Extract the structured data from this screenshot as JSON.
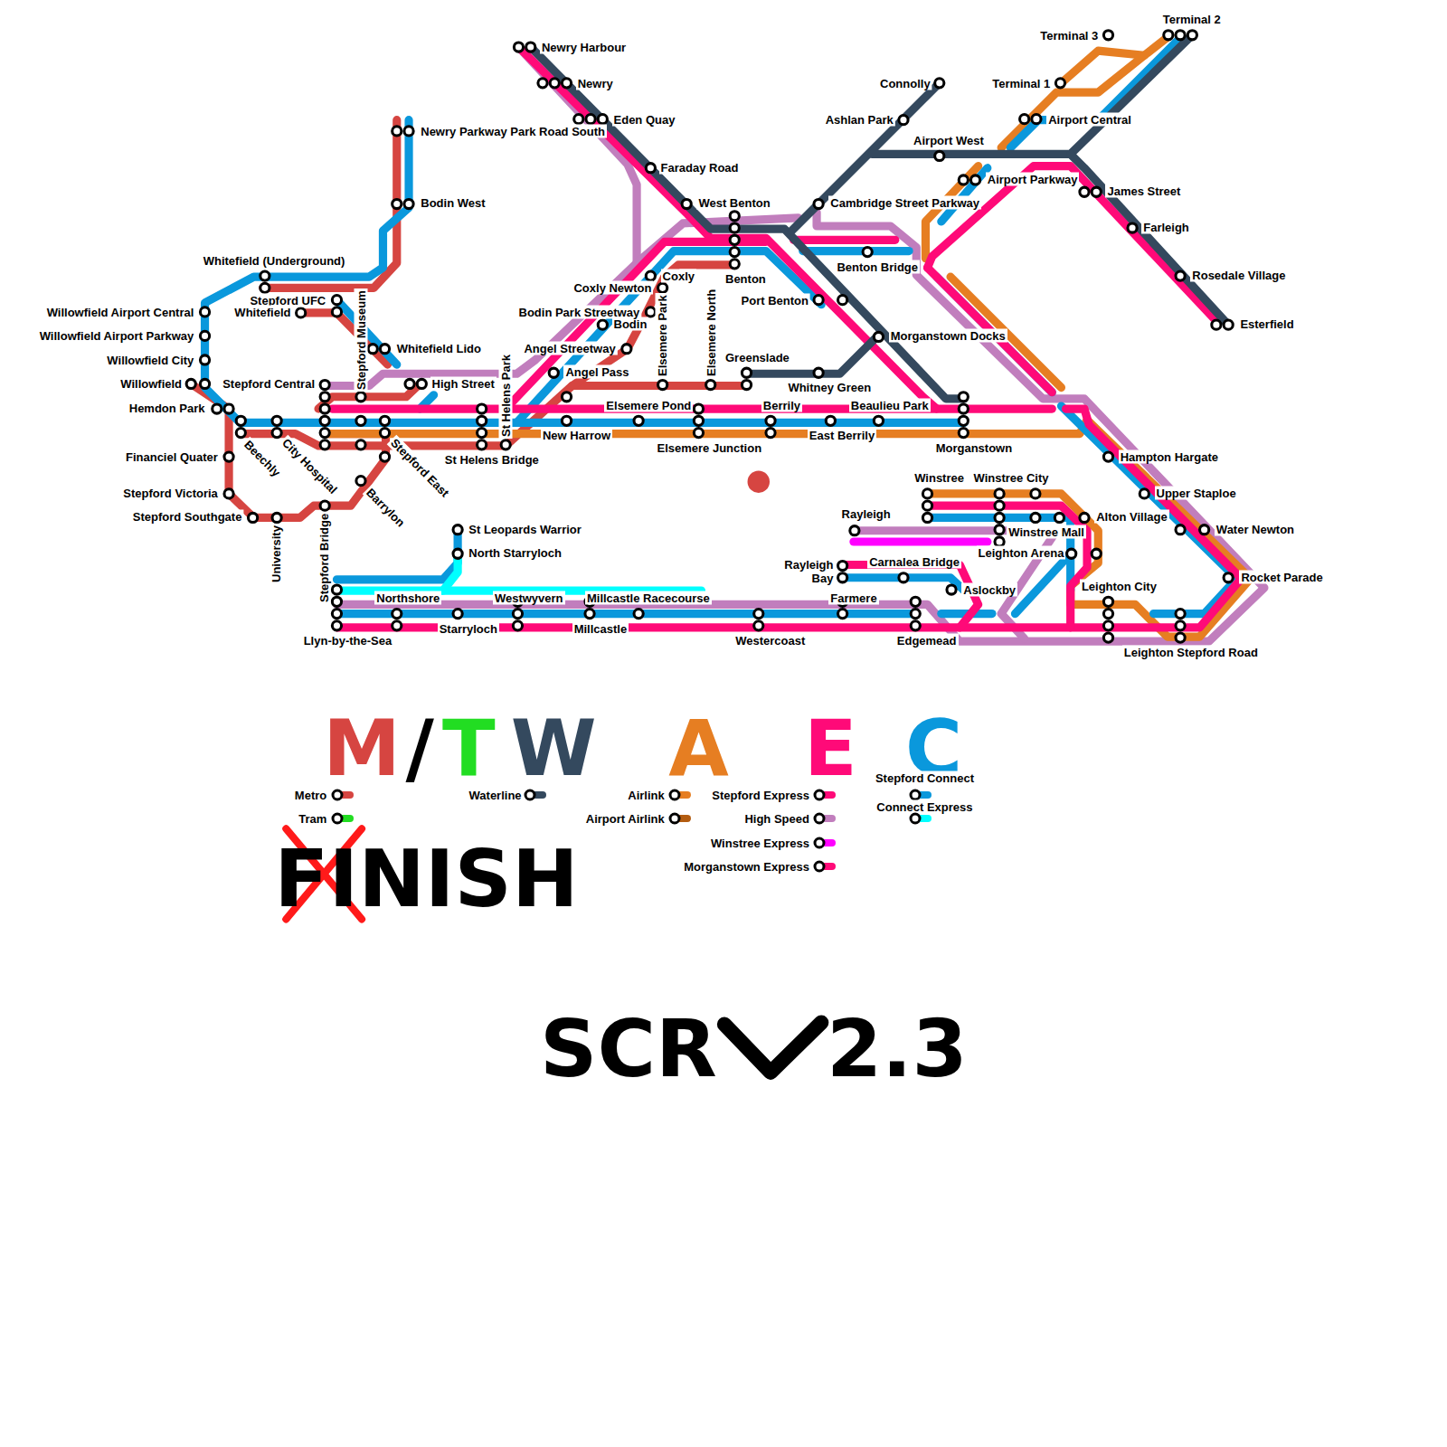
{
  "diagram": {
    "labels": [
      "Newry Harbour",
      "Newry",
      "Eden Quay",
      "Faraday Road",
      "West Benton",
      "Benton",
      "Connolly",
      "Ashlan Park",
      "Airport West",
      "Terminal 3",
      "Terminal 2",
      "Terminal 1",
      "Airport Central",
      "Airport Parkway",
      "James Street",
      "Farleigh",
      "Rosedale Village",
      "Esterfield",
      "Cambridge Street Parkway",
      "Benton Bridge",
      "Port Benton",
      "Morganstown Docks",
      "Greenslade",
      "Whitney Green",
      "Berrily",
      "Beaulieu Park",
      "East Berrily",
      "Morganstown",
      "Elsemere Junction",
      "Elsemere Pond",
      "New Harrow",
      "Angel Pass",
      "Angel Streetway",
      "Bodin",
      "Bodin Park Streetway",
      "Coxly Newton",
      "Coxly",
      "Elsemere Park",
      "Elsemere North",
      "St Helens Park",
      "St Helens Bridge",
      "High Street",
      "Whitefield Lido",
      "Stepford Museum",
      "Newry Parkway Park Road South",
      "Bodin West",
      "Whitefield (Underground)",
      "Stepford UFC",
      "Whitefield",
      "Willowfield Airport Central",
      "Willowfield Airport Parkway",
      "Willowfield City",
      "Willowfield",
      "Stepford Central",
      "Hemdon Park",
      "Financiel Quater",
      "Stepford Victoria",
      "Stepford Southgate",
      "Beechly",
      "City Hospital",
      "Stepford East",
      "Barrylon",
      "University",
      "Stepford Bridge",
      "St Leopards Warrior",
      "North Starryloch",
      "Northshore",
      "Starryloch",
      "Westwyvern",
      "Millcastle Racecourse",
      "Millcastle",
      "Westercoast",
      "Llyn-by-the-Sea",
      "Edgemead",
      "Farmere",
      "Rayleigh Bay",
      "Carnalea Bridge",
      "Aslockby",
      "Rayleigh",
      "Winstree",
      "Winstree City",
      "Winstree Mall",
      "Leighton Arena",
      "Alton Village",
      "Hampton Hargate",
      "Upper Staploe",
      "Water Newton",
      "Rocket Parade",
      "Leighton City",
      "Leighton Stepford Road",
      "M",
      "/",
      "T",
      "W",
      "A",
      "E",
      "C",
      "FINISH",
      "SCR",
      "2.3"
    ],
    "legend": [
      {
        "text": "Metro",
        "color": "#d64541"
      },
      {
        "text": "Tram",
        "color": "#22dd22"
      },
      {
        "text": "Waterline",
        "color": "#34495e"
      },
      {
        "text": "Airlink",
        "color": "#e67e22"
      },
      {
        "text": "Airport Airlink",
        "color": "#b35c10"
      },
      {
        "text": "Stepford Express",
        "color": "#ff0a78"
      },
      {
        "text": "High Speed",
        "color": "#c17ebd"
      },
      {
        "text": "Winstree Express",
        "color": "#ff00ff"
      },
      {
        "text": "Morganstown Express",
        "color": "#ff0a78"
      },
      {
        "text": "Stepford Connect",
        "color": "#0a98dc"
      },
      {
        "text": "Connect Express",
        "color": "#00ffff"
      }
    ]
  }
}
